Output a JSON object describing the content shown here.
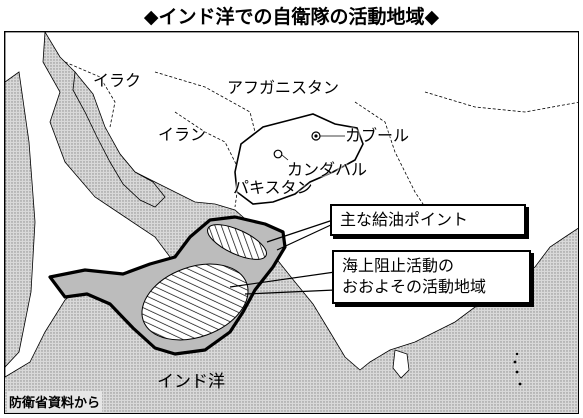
{
  "title": "◆インド洋での自衛隊の活動地域◆",
  "map": {
    "labels": {
      "iraq": "イラク",
      "afghanistan": "アフガニスタン",
      "iran": "イラン",
      "kabul": "カブール",
      "kandahar": "カンダハル",
      "pakistan": "パキスタン",
      "indian_ocean": "インド洋"
    },
    "callouts": {
      "refuel_points": "主な給油ポイント",
      "interdiction_line1": "海上阻止活動の",
      "interdiction_line2": "おおよその活動地域"
    },
    "source": "防衛省資料から",
    "colors": {
      "sea": "#c8c8c8",
      "land": "#ffffff",
      "outline": "#000000"
    },
    "icons": [
      "capital-marker-icon",
      "city-marker-icon"
    ]
  }
}
